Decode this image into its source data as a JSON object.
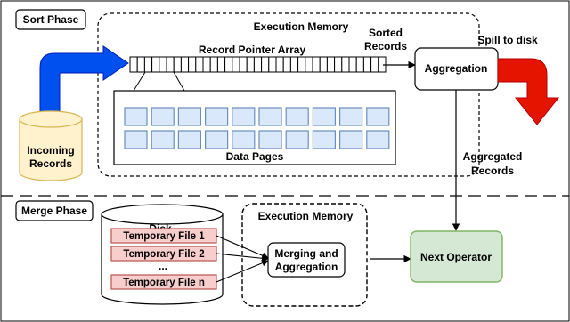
{
  "sort_phase": {
    "title": "Sort Phase",
    "execution_memory_label": "Execution Memory",
    "record_pointer_array_label": "Record Pointer Array",
    "data_pages_label": "Data Pages",
    "sorted_records_label_line1": "Sorted",
    "sorted_records_label_line2": "Records",
    "aggregation_label": "Aggregation",
    "spill_label": "Spill to disk",
    "incoming_records_line1": "Incoming",
    "incoming_records_line2": "Records",
    "aggregated_records_line1": "Aggregated",
    "aggregated_records_line2": "Records"
  },
  "merge_phase": {
    "title": "Merge Phase",
    "disk_label": "Disk",
    "temporary_files": [
      "Temporary File 1",
      "Temporary File 2",
      "...",
      "Temporary File n"
    ],
    "execution_memory_label": "Execution Memory",
    "merging_line1": "Merging and",
    "merging_line2": "Aggregation",
    "next_operator_label": "Next Operator"
  },
  "colors": {
    "blue_arrow": "#0050ef",
    "red_arrow": "#e51400",
    "cylinder_fill": "#fff2cc",
    "cylinder_stroke": "#d6b656",
    "page_fill": "#dae8fc",
    "page_stroke": "#6c8ebf",
    "temp_file_fill": "#f8cecc",
    "temp_file_stroke": "#b85450",
    "next_operator_fill": "#d5e8d4",
    "next_operator_stroke": "#82b366"
  }
}
